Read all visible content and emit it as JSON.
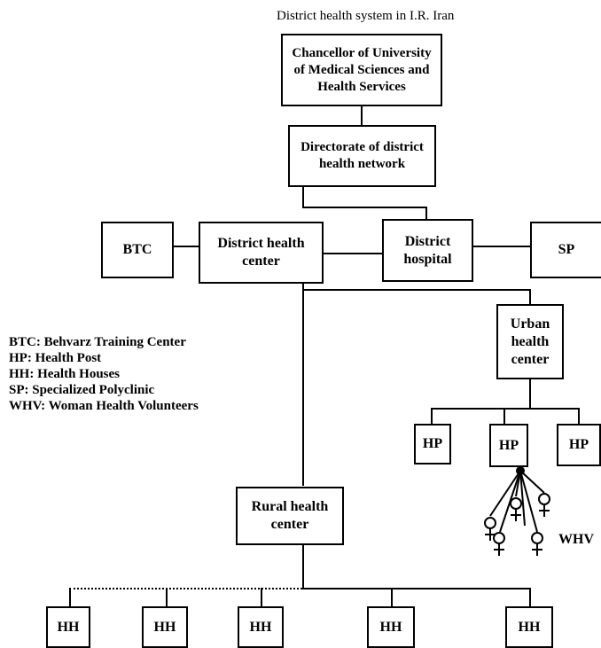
{
  "title": "District health system in I.R. Iran",
  "nodes": {
    "chancellor": "Chancellor of University of Medical Sciences and Health Services",
    "directorate": "Directorate of district health network",
    "btc": "BTC",
    "district_health_center": "District health center",
    "district_hospital": "District hospital",
    "sp": "SP",
    "urban_health_center": "Urban health center",
    "hp": "HP",
    "rural_health_center": "Rural health center",
    "hh": "HH"
  },
  "legend": [
    "BTC: Behvarz Training Center",
    "HP: Health Post",
    "HH: Health Houses",
    "SP: Specialized Polyclinic",
    "WHV: Woman Health Volunteers"
  ],
  "whv_label": "WHV"
}
